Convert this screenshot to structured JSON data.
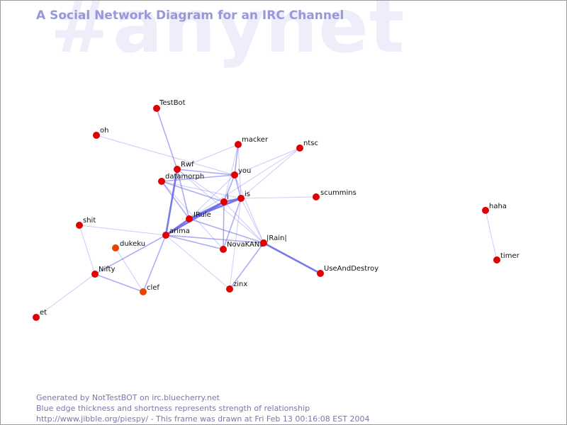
{
  "header": {
    "watermark": "#anynet",
    "title": "A Social Network Diagram for an IRC Channel"
  },
  "colors": {
    "node": "#e00000",
    "node_recent": "#e84400",
    "edge": "#6a6ae8"
  },
  "network": {
    "nodes": [
      {
        "id": "TestBot",
        "label": "TestBot",
        "color": "#e00000"
      },
      {
        "id": "oh",
        "label": "oh",
        "color": "#e00000"
      },
      {
        "id": "macker",
        "label": "macker",
        "color": "#e00000"
      },
      {
        "id": "ntsc",
        "label": "ntsc",
        "color": "#e00000"
      },
      {
        "id": "Rwf",
        "label": "Rwf",
        "color": "#e00000"
      },
      {
        "id": "datamorph",
        "label": "datamorph",
        "color": "#e00000"
      },
      {
        "id": "you",
        "label": "you",
        "color": "#e00000"
      },
      {
        "id": "i",
        "label": "i",
        "color": "#e00000"
      },
      {
        "id": "is",
        "label": "is",
        "color": "#e00000"
      },
      {
        "id": "scummins",
        "label": "scummins",
        "color": "#e00000"
      },
      {
        "id": "IRule",
        "label": "IRule",
        "color": "#e00000"
      },
      {
        "id": "shit",
        "label": "shit",
        "color": "#e00000"
      },
      {
        "id": "arima",
        "label": "arima",
        "color": "#e00000"
      },
      {
        "id": "dukeku",
        "label": "dukeku",
        "color": "#e84400"
      },
      {
        "id": "NovaKANE",
        "label": "NovaKANE",
        "color": "#e00000"
      },
      {
        "id": "Rain",
        "label": "|Rain|",
        "color": "#e00000"
      },
      {
        "id": "UseAndDestroy",
        "label": "UseAndDestroy",
        "color": "#e00000"
      },
      {
        "id": "Nifty",
        "label": "Nifty",
        "color": "#e00000"
      },
      {
        "id": "clef",
        "label": "clef",
        "color": "#e84400"
      },
      {
        "id": "zinx",
        "label": "zinx",
        "color": "#e00000"
      },
      {
        "id": "et",
        "label": "et",
        "color": "#e00000"
      },
      {
        "id": "haha",
        "label": "haha",
        "color": "#e00000"
      },
      {
        "id": "timer",
        "label": "timer",
        "color": "#e00000"
      }
    ],
    "edges": [
      {
        "source": "TestBot",
        "target": "Rwf",
        "weight": 2
      },
      {
        "source": "oh",
        "target": "you",
        "weight": 1
      },
      {
        "source": "macker",
        "target": "Rwf",
        "weight": 1
      },
      {
        "source": "macker",
        "target": "you",
        "weight": 2
      },
      {
        "source": "macker",
        "target": "i",
        "weight": 1
      },
      {
        "source": "macker",
        "target": "is",
        "weight": 1
      },
      {
        "source": "ntsc",
        "target": "you",
        "weight": 1
      },
      {
        "source": "ntsc",
        "target": "is",
        "weight": 1
      },
      {
        "source": "ntsc",
        "target": "IRule",
        "weight": 1
      },
      {
        "source": "Rwf",
        "target": "you",
        "weight": 2
      },
      {
        "source": "Rwf",
        "target": "i",
        "weight": 1
      },
      {
        "source": "Rwf",
        "target": "IRule",
        "weight": 2
      },
      {
        "source": "Rwf",
        "target": "arima",
        "weight": 3
      },
      {
        "source": "Rwf",
        "target": "Rain",
        "weight": 1
      },
      {
        "source": "datamorph",
        "target": "you",
        "weight": 2
      },
      {
        "source": "datamorph",
        "target": "i",
        "weight": 2
      },
      {
        "source": "datamorph",
        "target": "is",
        "weight": 1
      },
      {
        "source": "datamorph",
        "target": "IRule",
        "weight": 2
      },
      {
        "source": "datamorph",
        "target": "NovaKANE",
        "weight": 1
      },
      {
        "source": "you",
        "target": "i",
        "weight": 2
      },
      {
        "source": "you",
        "target": "is",
        "weight": 2
      },
      {
        "source": "you",
        "target": "IRule",
        "weight": 1
      },
      {
        "source": "you",
        "target": "Rain",
        "weight": 1
      },
      {
        "source": "i",
        "target": "is",
        "weight": 3
      },
      {
        "source": "i",
        "target": "IRule",
        "weight": 3
      },
      {
        "source": "i",
        "target": "arima",
        "weight": 3
      },
      {
        "source": "i",
        "target": "NovaKANE",
        "weight": 2
      },
      {
        "source": "i",
        "target": "Rain",
        "weight": 1
      },
      {
        "source": "is",
        "target": "scummins",
        "weight": 1
      },
      {
        "source": "is",
        "target": "IRule",
        "weight": 3
      },
      {
        "source": "is",
        "target": "NovaKANE",
        "weight": 2
      },
      {
        "source": "is",
        "target": "Rain",
        "weight": 1
      },
      {
        "source": "is",
        "target": "zinx",
        "weight": 1
      },
      {
        "source": "IRule",
        "target": "arima",
        "weight": 3
      },
      {
        "source": "IRule",
        "target": "Rain",
        "weight": 2
      },
      {
        "source": "shit",
        "target": "arima",
        "weight": 1
      },
      {
        "source": "shit",
        "target": "Nifty",
        "weight": 1
      },
      {
        "source": "arima",
        "target": "NovaKANE",
        "weight": 2
      },
      {
        "source": "arima",
        "target": "Rain",
        "weight": 2
      },
      {
        "source": "arima",
        "target": "Nifty",
        "weight": 2
      },
      {
        "source": "arima",
        "target": "clef",
        "weight": 2
      },
      {
        "source": "arima",
        "target": "zinx",
        "weight": 1
      },
      {
        "source": "dukeku",
        "target": "clef",
        "weight": 1
      },
      {
        "source": "Nifty",
        "target": "clef",
        "weight": 2
      },
      {
        "source": "Nifty",
        "target": "et",
        "weight": 1
      },
      {
        "source": "Rain",
        "target": "UseAndDestroy",
        "weight": 3
      },
      {
        "source": "Rain",
        "target": "zinx",
        "weight": 2
      },
      {
        "source": "haha",
        "target": "timer",
        "weight": 1
      }
    ]
  },
  "footer": {
    "line1": "Generated by NotTestBOT on irc.bluecherry.net",
    "line2": "Blue edge thickness and shortness represents strength of relationship",
    "line3": "http://www.jibble.org/piespy/ - This frame was drawn at Fri Feb 13 00:16:08 EST 2004"
  }
}
